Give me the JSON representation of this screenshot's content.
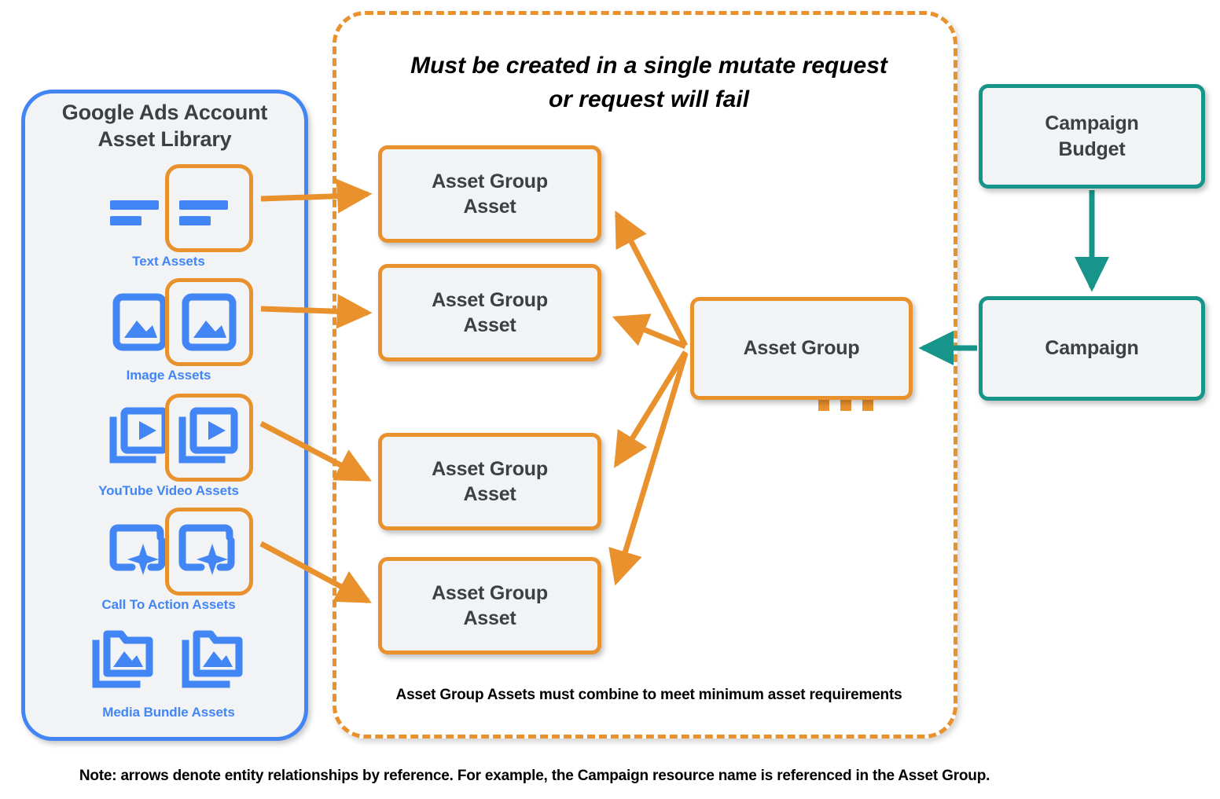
{
  "diagram": {
    "title_note": "Note: arrows denote entity relationships by reference. For example, the Campaign resource name is referenced in the Asset Group.",
    "colors": {
      "orange": "#e8912d",
      "blue": "#4285f4",
      "teal": "#17958a",
      "node_fill": "#f1f3f4",
      "text_dark": "#3c4043"
    }
  },
  "asset_library": {
    "title": "Google Ads Account\nAsset Library",
    "items": [
      {
        "label": "Text Assets",
        "icon": "text-asset-icon",
        "highlighted": true
      },
      {
        "label": "Image Assets",
        "icon": "image-asset-icon",
        "highlighted": true
      },
      {
        "label": "YouTube Video  Assets",
        "icon": "video-asset-icon",
        "highlighted": true
      },
      {
        "label": "Call To Action Assets",
        "icon": "call-to-action-asset-icon",
        "highlighted": true
      },
      {
        "label": "Media Bundle  Assets",
        "icon": "media-bundle-asset-icon",
        "highlighted": false
      }
    ]
  },
  "mutate_container": {
    "title": "Must be created in a single mutate request\nor request will fail",
    "footnote": "Asset Group Assets must combine to meet minimum asset requirements",
    "ellipsis": "...",
    "asset_group_assets": [
      {
        "label": "Asset Group\nAsset"
      },
      {
        "label": "Asset Group\nAsset"
      },
      {
        "label": "Asset Group\nAsset"
      },
      {
        "label": "Asset Group\nAsset"
      }
    ]
  },
  "nodes": {
    "asset_group": "Asset Group",
    "campaign_budget": "Campaign\nBudget",
    "campaign": "Campaign"
  }
}
